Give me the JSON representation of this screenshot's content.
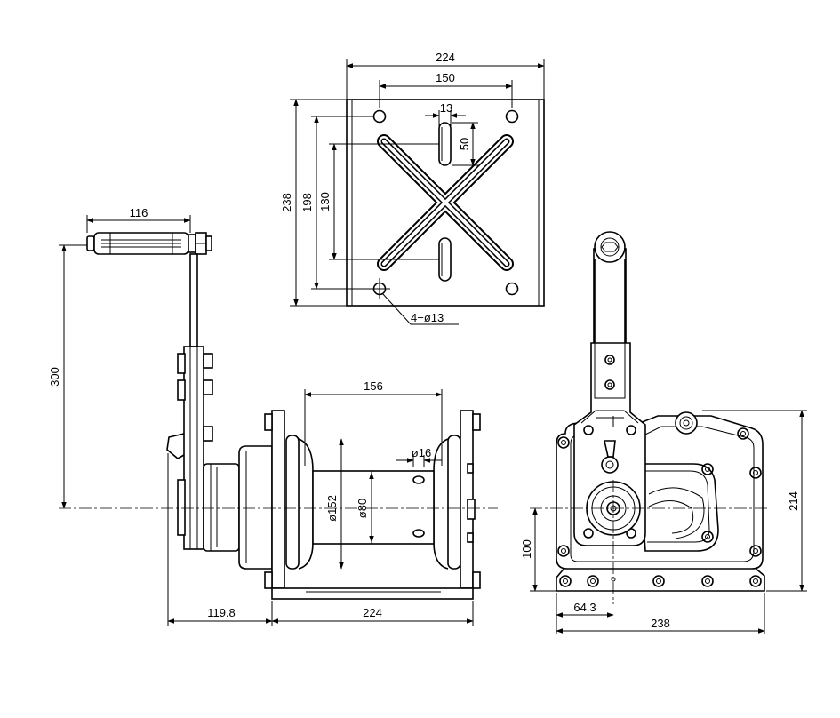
{
  "top_view": {
    "dims": {
      "width_outer": "224",
      "hole_spacing": "150",
      "slot_width": "13",
      "slot_length": "50",
      "height_outer": "238",
      "hole_spacing_v": "198",
      "slot_spacing_v": "130",
      "holes_callout": "4−ø13"
    }
  },
  "side_view": {
    "dims": {
      "handle_width": "116",
      "handle_radius": "300",
      "drum_length": "156",
      "hole_dia": "ø16",
      "drum_flange_dia": "ø152",
      "drum_core_dia": "ø80",
      "offset": "119.8",
      "base_length": "224"
    }
  },
  "end_view": {
    "dims": {
      "height": "214",
      "center_height": "100",
      "center_offset": "64.3",
      "width": "238"
    }
  }
}
